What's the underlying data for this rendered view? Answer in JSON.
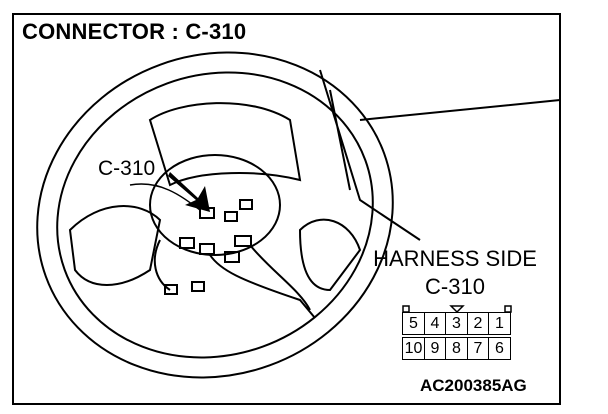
{
  "title": "CONNECTOR : C-310",
  "callout_label": "C-310",
  "harness": {
    "side_label": "HARNESS SIDE",
    "connector_label": "C-310"
  },
  "connector": {
    "top_row": [
      "5",
      "4",
      "3",
      "2",
      "1"
    ],
    "bottom_row": [
      "10",
      "9",
      "8",
      "7",
      "6"
    ]
  },
  "figure_code": "AC200385AG"
}
